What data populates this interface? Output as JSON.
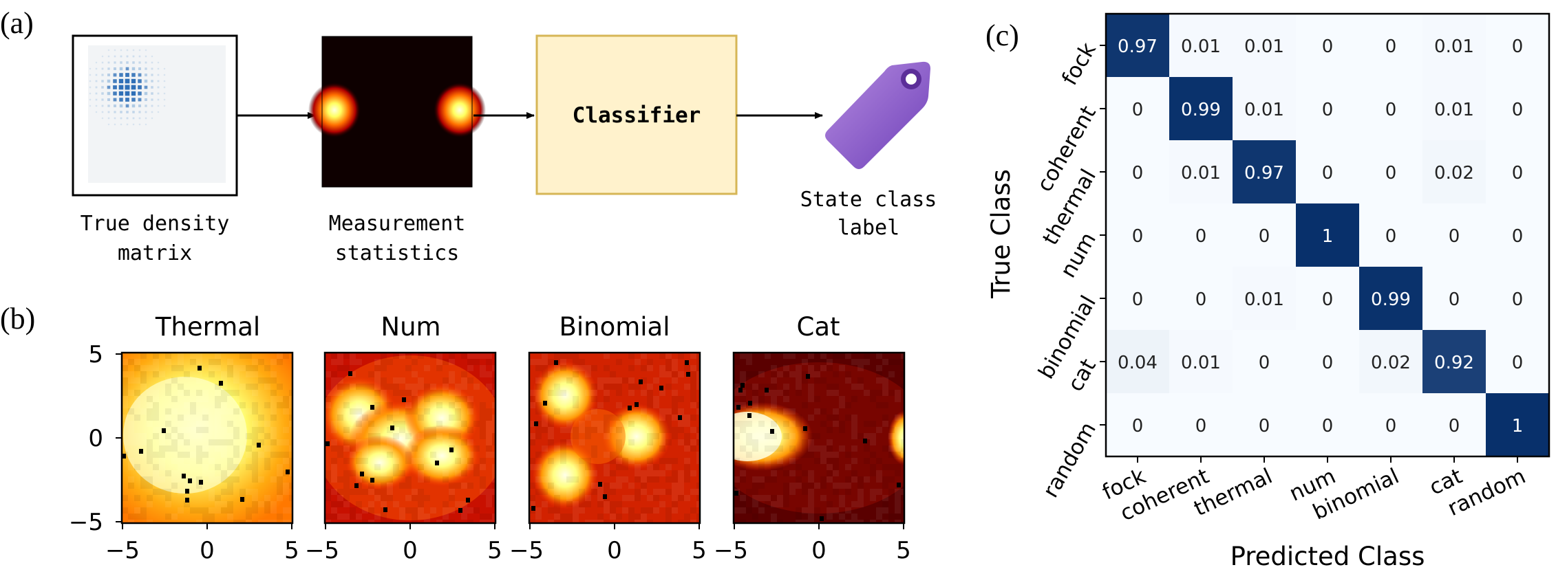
{
  "panels": {
    "a": {
      "label": "(a)",
      "box1_caption": [
        "True density",
        "matrix"
      ],
      "box2_caption": [
        "Measurement",
        "statistics"
      ],
      "classifier_label": "Classifier",
      "output_caption": [
        "State class",
        "label"
      ],
      "tag_icon": "price-tag-icon"
    },
    "b": {
      "label": "(b)",
      "subplots": [
        {
          "title": "Thermal"
        },
        {
          "title": "Num"
        },
        {
          "title": "Binomial"
        },
        {
          "title": "Cat"
        }
      ],
      "x_ticks": [
        "−5",
        "0",
        "5"
      ],
      "y_ticks": [
        "5",
        "0",
        "−5"
      ],
      "colormap": "hot"
    },
    "c": {
      "label": "(c)",
      "xlabel": "Predicted Class",
      "ylabel": "True Class",
      "colormap": "Blues",
      "accent_color": "#08306b"
    }
  },
  "chart_data": {
    "type": "heatmap",
    "title": "",
    "xlabel": "Predicted Class",
    "ylabel": "True Class",
    "x_categories": [
      "fock",
      "coherent",
      "thermal",
      "num",
      "binomial",
      "cat",
      "random"
    ],
    "y_categories": [
      "fock",
      "coherent",
      "thermal",
      "num",
      "binomial",
      "cat",
      "random"
    ],
    "values": [
      [
        0.97,
        0.01,
        0.01,
        0,
        0,
        0.01,
        0
      ],
      [
        0,
        0.99,
        0.01,
        0,
        0,
        0.01,
        0
      ],
      [
        0,
        0.01,
        0.97,
        0,
        0,
        0.02,
        0
      ],
      [
        0,
        0,
        0,
        1,
        0,
        0,
        0
      ],
      [
        0,
        0,
        0.01,
        0,
        0.99,
        0,
        0
      ],
      [
        0.04,
        0.01,
        0,
        0,
        0.02,
        0.92,
        0
      ],
      [
        0,
        0,
        0,
        0,
        0,
        0,
        1
      ]
    ],
    "value_labels": [
      [
        "0.97",
        "0.01",
        "0.01",
        "0",
        "0",
        "0.01",
        "0"
      ],
      [
        "0",
        "0.99",
        "0.01",
        "0",
        "0",
        "0.01",
        "0"
      ],
      [
        "0",
        "0.01",
        "0.97",
        "0",
        "0",
        "0.02",
        "0"
      ],
      [
        "0",
        "0",
        "0",
        "1",
        "0",
        "0",
        "0"
      ],
      [
        "0",
        "0",
        "0.01",
        "0",
        "0.99",
        "0",
        "0"
      ],
      [
        "0.04",
        "0.01",
        "0",
        "0",
        "0.02",
        "0.92",
        "0"
      ],
      [
        "0",
        "0",
        "0",
        "0",
        "0",
        "0",
        "1"
      ]
    ],
    "vmin": 0,
    "vmax": 1
  }
}
